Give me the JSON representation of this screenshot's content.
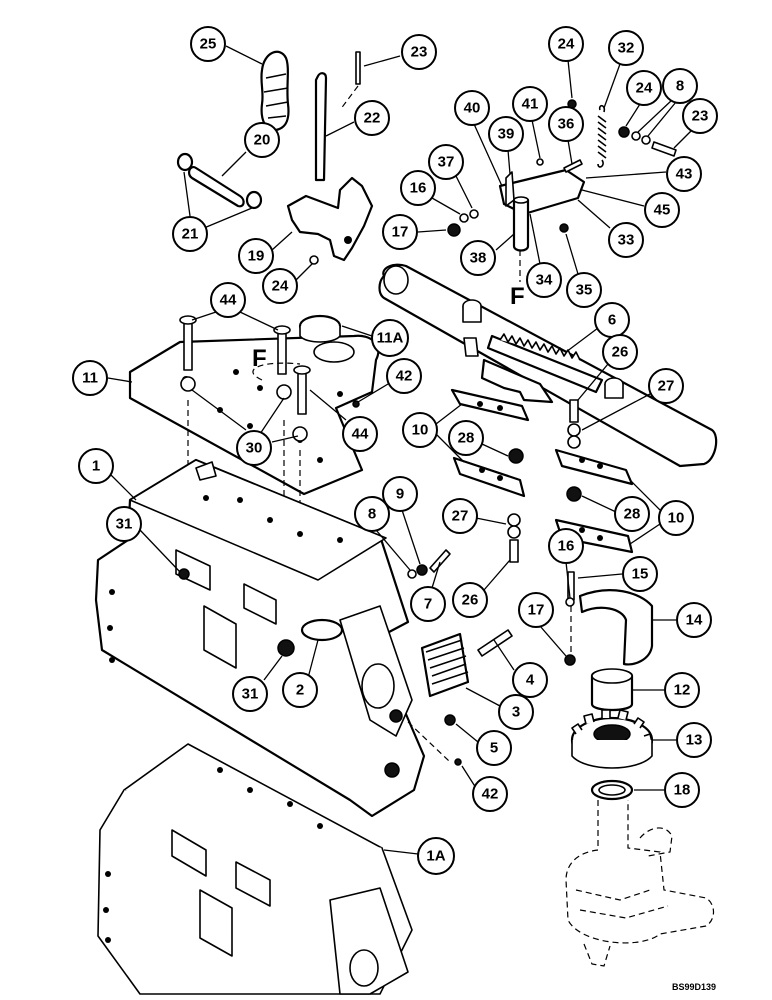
{
  "drawing_ref": "BS99D139",
  "view_flag": "F",
  "callouts": [
    {
      "id": "25",
      "label": "25"
    },
    {
      "id": "23a",
      "label": "23"
    },
    {
      "id": "22",
      "label": "22"
    },
    {
      "id": "20",
      "label": "20"
    },
    {
      "id": "21",
      "label": "21"
    },
    {
      "id": "19",
      "label": "19"
    },
    {
      "id": "24a",
      "label": "24"
    },
    {
      "id": "24b",
      "label": "24"
    },
    {
      "id": "32",
      "label": "32"
    },
    {
      "id": "24c",
      "label": "24"
    },
    {
      "id": "8a",
      "label": "8"
    },
    {
      "id": "23b",
      "label": "23"
    },
    {
      "id": "40",
      "label": "40"
    },
    {
      "id": "41",
      "label": "41"
    },
    {
      "id": "36",
      "label": "36"
    },
    {
      "id": "39",
      "label": "39"
    },
    {
      "id": "37",
      "label": "37"
    },
    {
      "id": "43",
      "label": "43"
    },
    {
      "id": "16a",
      "label": "16"
    },
    {
      "id": "45",
      "label": "45"
    },
    {
      "id": "17a",
      "label": "17"
    },
    {
      "id": "33",
      "label": "33"
    },
    {
      "id": "38",
      "label": "38"
    },
    {
      "id": "34",
      "label": "34"
    },
    {
      "id": "35",
      "label": "35"
    },
    {
      "id": "44a",
      "label": "44"
    },
    {
      "id": "11A",
      "label": "11A"
    },
    {
      "id": "6",
      "label": "6"
    },
    {
      "id": "26a",
      "label": "26"
    },
    {
      "id": "11",
      "label": "11"
    },
    {
      "id": "42a",
      "label": "42"
    },
    {
      "id": "27a",
      "label": "27"
    },
    {
      "id": "30",
      "label": "30"
    },
    {
      "id": "44b",
      "label": "44"
    },
    {
      "id": "10a",
      "label": "10"
    },
    {
      "id": "28a",
      "label": "28"
    },
    {
      "id": "1",
      "label": "1"
    },
    {
      "id": "9",
      "label": "9"
    },
    {
      "id": "8b",
      "label": "8"
    },
    {
      "id": "28b",
      "label": "28"
    },
    {
      "id": "10b",
      "label": "10"
    },
    {
      "id": "27b",
      "label": "27"
    },
    {
      "id": "31a",
      "label": "31"
    },
    {
      "id": "16b",
      "label": "16"
    },
    {
      "id": "7",
      "label": "7"
    },
    {
      "id": "26b",
      "label": "26"
    },
    {
      "id": "15",
      "label": "15"
    },
    {
      "id": "17b",
      "label": "17"
    },
    {
      "id": "14",
      "label": "14"
    },
    {
      "id": "4",
      "label": "4"
    },
    {
      "id": "31b",
      "label": "31"
    },
    {
      "id": "2",
      "label": "2"
    },
    {
      "id": "12",
      "label": "12"
    },
    {
      "id": "3",
      "label": "3"
    },
    {
      "id": "13",
      "label": "13"
    },
    {
      "id": "5",
      "label": "5"
    },
    {
      "id": "42b",
      "label": "42"
    },
    {
      "id": "18",
      "label": "18"
    },
    {
      "id": "1A",
      "label": "1A"
    }
  ]
}
